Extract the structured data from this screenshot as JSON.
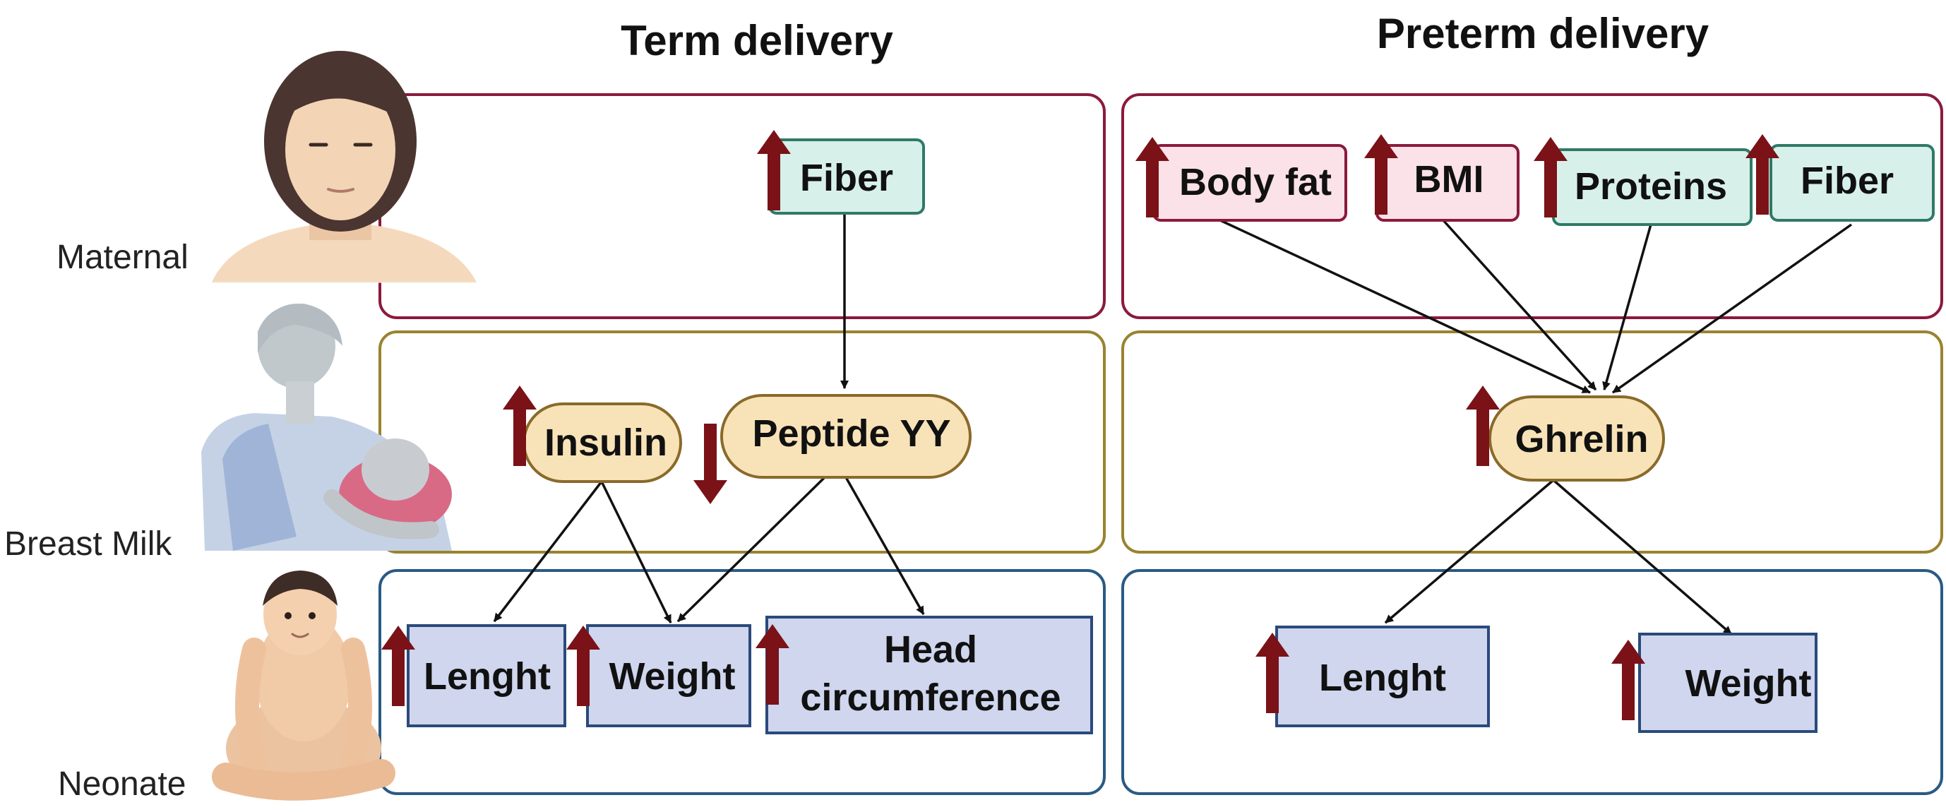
{
  "titles": {
    "term": "Term delivery",
    "preterm": "Preterm delivery"
  },
  "rows": {
    "maternal": "Maternal",
    "milk": "Breast Milk",
    "neonate": "Neonate"
  },
  "nodes": {
    "term_fiber": "Fiber",
    "insulin": "Insulin",
    "peptide_yy": "Peptide YY",
    "term_length": "Lenght",
    "term_weight": "Weight",
    "head_circ_line1": "Head",
    "head_circ_line2": "circumference",
    "body_fat": "Body fat",
    "bmi": "BMI",
    "proteins": "Proteins",
    "pre_fiber": "Fiber",
    "ghrelin": "Ghrelin",
    "pre_length": "Lenght",
    "pre_weight": "Weight"
  },
  "changes": {
    "term_fiber": "up",
    "insulin": "up",
    "peptide_yy": "down",
    "term_length": "up",
    "term_weight": "up",
    "head_circ": "up",
    "body_fat": "up",
    "bmi": "up",
    "proteins": "up",
    "pre_fiber": "up",
    "ghrelin": "up",
    "pre_length": "up",
    "pre_weight": "up"
  },
  "colors": {
    "maternal_border": "#8b1a3c",
    "milk_border": "#9a8330",
    "neonate_border": "#2a5a84",
    "fiber_fill": "#d8f0ea",
    "fiber_border": "#2f7a66",
    "pink_fill": "#fbe1e8",
    "pink_border": "#8b1a3c",
    "milk_fill": "#f8e3b8",
    "milk_node_border": "#8a6a2a",
    "neonate_fill": "#cfd6ee",
    "neonate_node_border": "#2a4a7a",
    "arrow_indicator": "#7a1218"
  },
  "icons": {
    "maternal": "woman-portrait-icon",
    "milk": "breastfeeding-mother-icon",
    "neonate": "sitting-baby-icon"
  }
}
